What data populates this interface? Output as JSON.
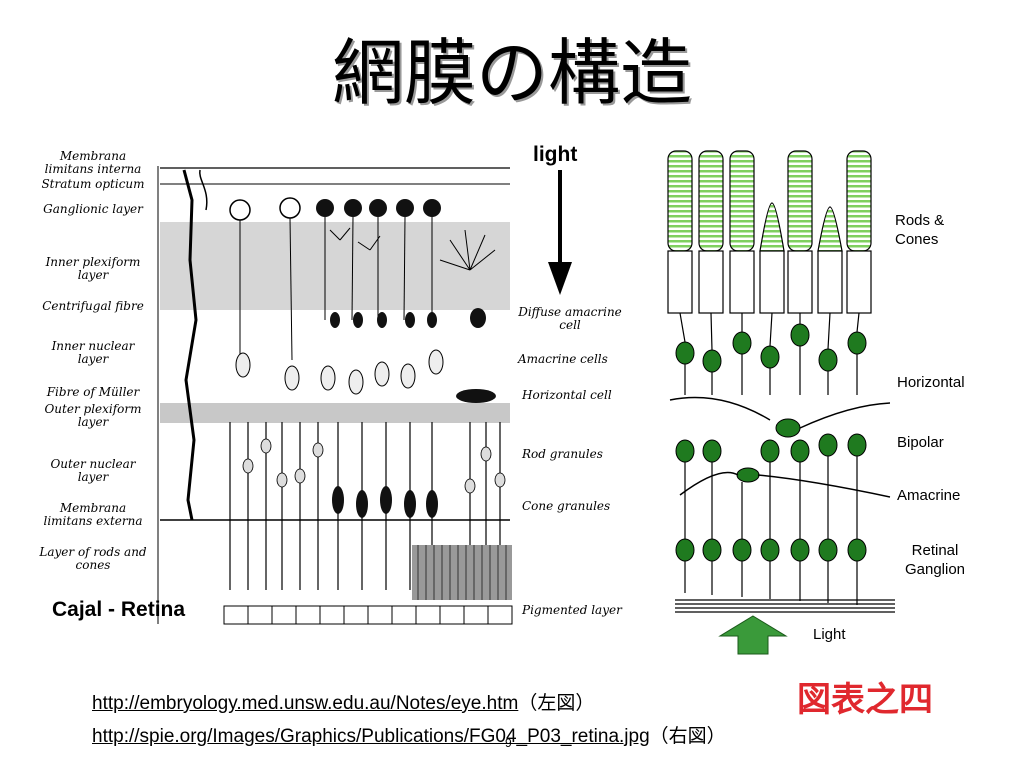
{
  "slide": {
    "title": "網膜の構造",
    "figure_badge": "図表之四",
    "page_number": "9"
  },
  "left_figure": {
    "caption": "Cajal - Retina",
    "arrow_label": "light",
    "labels_left": [
      "Membrana limitans interna",
      "Stratum opticum",
      "Ganglionic layer",
      "Inner plexiform layer",
      "Centrifugal fibre",
      "Inner nuclear layer",
      "Fibre of Müller",
      "Outer plexiform layer",
      "Outer nuclear layer",
      "Membrana limitans externa",
      "Layer of rods and cones"
    ],
    "labels_right": [
      "Diffuse amacrine cell",
      "Amacrine cells",
      "Horizontal cell",
      "Rod granules",
      "Cone granules",
      "Pigmented layer"
    ]
  },
  "right_figure": {
    "labels": [
      "Rods & Cones",
      "Horizontal",
      "Bipolar",
      "Amacrine",
      "Retinal Ganglion"
    ],
    "arrow_label": "Light",
    "colors": {
      "nucleus": "#1f7a1f",
      "arrow": "#3a9a3a",
      "disc": "#7fcf5f"
    }
  },
  "references": [
    {
      "url": "http://embryology.med.unsw.edu.au/Notes/eye.htm",
      "note": "（左図）"
    },
    {
      "url": "http://spie.org/Images/Graphics/Publications/FG04_P03_retina.jpg",
      "note": "（右図）"
    }
  ]
}
